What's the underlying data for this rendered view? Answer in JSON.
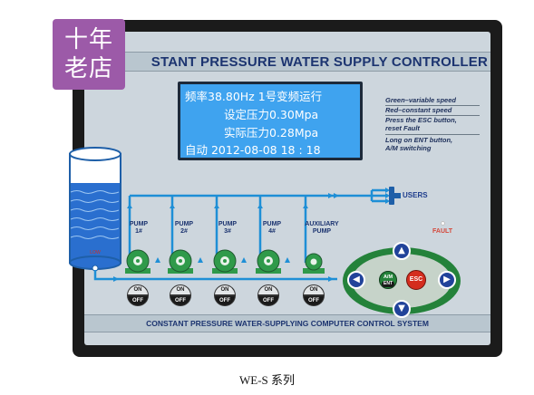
{
  "badge": {
    "line1": "十年",
    "line2": "老店"
  },
  "header": {
    "title": "STANT PRESSURE WATER SUPPLY CONTROLLER"
  },
  "lcd": {
    "line1": "频率38.80Hz   1号变频运行",
    "line2": "设定压力0.30Mpa",
    "line3": "实际压力0.28Mpa",
    "line4": "自动  2012-08-08  18 : 18"
  },
  "legend": {
    "green": "Green–variable speed",
    "red": "Red–constant speed",
    "esc": "Press the ESC button,\nreset Fault",
    "ent": "Long on ENT button,\nA/M switching"
  },
  "users_label": "USERS",
  "fault_label": "FAULT",
  "pumps": [
    {
      "label": "PUMP\n1#"
    },
    {
      "label": "PUMP\n2#"
    },
    {
      "label": "PUMP\n3#"
    },
    {
      "label": "PUMP\n4#"
    },
    {
      "label": "AUXILIARY\nPUMP"
    }
  ],
  "switch": {
    "on": "ON",
    "off": "OFF"
  },
  "keypad": {
    "am": "A/M",
    "ent": "ENT",
    "esc": "ESC"
  },
  "footer": {
    "text": "CONSTANT PRESSURE WATER-SUPPLYING COMPUTER CONTROL SYSTEM"
  },
  "caption": "WE-S 系列",
  "colors": {
    "pipe": "#1e8fd6",
    "pump_green": "#2f9a4a",
    "lcd": "#3fa3ef",
    "title": "#1c3470",
    "badge": "#9c5aa8"
  }
}
